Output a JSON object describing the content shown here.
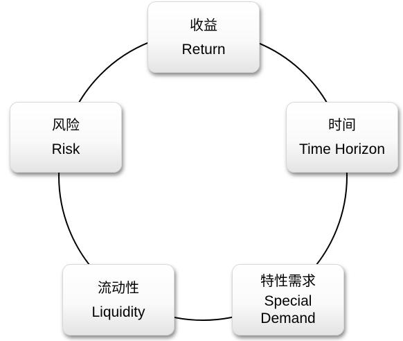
{
  "diagram": {
    "nodes": {
      "return": {
        "cn": "收益",
        "en": "Return"
      },
      "time_horizon": {
        "cn": "时间",
        "en": "Time Horizon"
      },
      "risk": {
        "cn": "风险",
        "en": "Risk"
      },
      "liquidity": {
        "cn": "流动性",
        "en": "Liquidity"
      },
      "special_demand": {
        "cn": "特性需求",
        "en_line1": "Special",
        "en_line2": "Demand"
      }
    }
  }
}
